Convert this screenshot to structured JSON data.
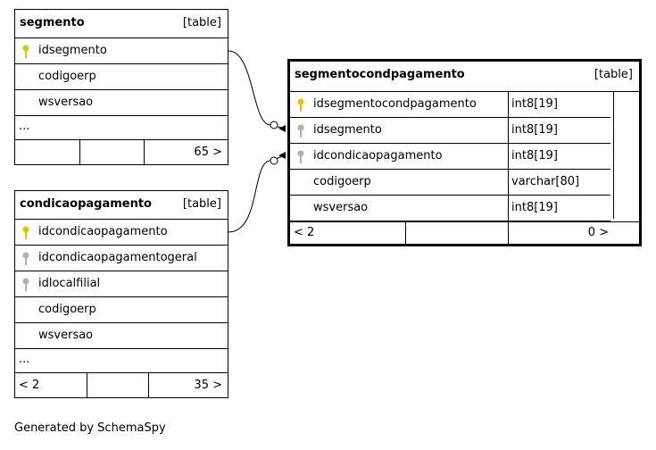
{
  "segmento": {
    "name": "segmento",
    "tag": "[table]",
    "columns": [
      "idsegmento",
      "codigoerp",
      "wsversao"
    ],
    "more": "...",
    "footer_right": "65 >"
  },
  "condicaopagamento": {
    "name": "condicaopagamento",
    "tag": "[table]",
    "columns": [
      "idcondicaopagamento",
      "idcondicaopagamentogeral",
      "idlocalfilial",
      "codigoerp",
      "wsversao"
    ],
    "more": "...",
    "footer_left": "< 2",
    "footer_right": "35 >"
  },
  "segmentocondpagamento": {
    "name": "segmentocondpagamento",
    "tag": "[table]",
    "columns": [
      {
        "name": "idsegmentocondpagamento",
        "type": "int8[19]"
      },
      {
        "name": "idsegmento",
        "type": "int8[19]"
      },
      {
        "name": "idcondicaopagamento",
        "type": "int8[19]"
      },
      {
        "name": "codigoerp",
        "type": "varchar[80]"
      },
      {
        "name": "wsversao",
        "type": "int8[19]"
      }
    ],
    "footer_left": "< 2",
    "footer_right": "0 >"
  },
  "colors": {
    "primary_key": "#e6c200",
    "foreign_key": "#b0b0b0",
    "line": "#000000"
  },
  "generated_by": "Generated by SchemaSpy"
}
